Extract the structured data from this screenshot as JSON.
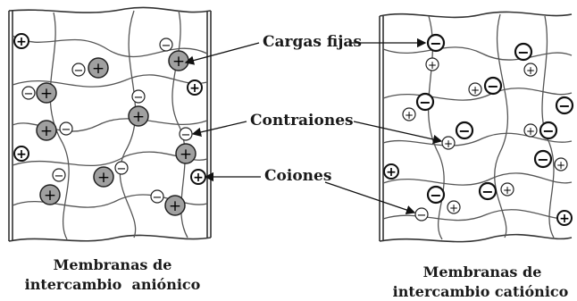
{
  "labels": {
    "cargas_fijas": "Cargas fijas",
    "contraiones": "Contraiones",
    "coiones": "Coiones"
  },
  "captions": {
    "anionic": [
      "Membranas de",
      "intercambio  aniónico"
    ],
    "cationic": [
      "Membranas de",
      "intercambio catiónico"
    ]
  },
  "symbols": {
    "plus": "+",
    "minus": "−"
  },
  "colors": {
    "fixed_charge_fill": "#a0a0a0",
    "ion_fill": "#ffffff",
    "line": "#333333"
  }
}
